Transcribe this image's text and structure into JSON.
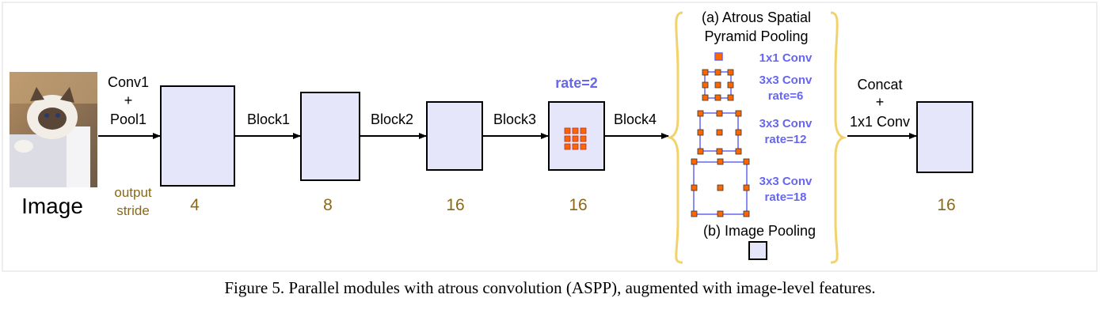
{
  "image_label": "Image",
  "output_stride_label": [
    "output",
    "stride"
  ],
  "conv1_label": [
    "Conv1",
    "+",
    "Pool1"
  ],
  "blocks": [
    {
      "label": "Block1",
      "stride": "4"
    },
    {
      "label": "Block2",
      "stride": "8"
    },
    {
      "label": "Block3",
      "stride": "16"
    },
    {
      "label": "Block4",
      "stride": "16"
    }
  ],
  "block4_rate": "rate=2",
  "aspp": {
    "title": [
      "(a) Atrous Spatial",
      "Pyramid Pooling"
    ],
    "branches": [
      {
        "label": [
          "1x1 Conv"
        ]
      },
      {
        "label": [
          "3x3 Conv",
          "rate=6"
        ]
      },
      {
        "label": [
          "3x3 Conv",
          "rate=12"
        ]
      },
      {
        "label": [
          "3x3 Conv",
          "rate=18"
        ]
      }
    ],
    "image_pooling": "(b) Image Pooling"
  },
  "concat_label": [
    "Concat",
    "+",
    "1x1 Conv"
  ],
  "final_stride": "16",
  "caption": "Figure 5. Parallel modules with atrous convolution (ASPP), augmented with image-level features.",
  "colors": {
    "box_fill": "#e6e6fa",
    "dot": "#ff6600",
    "rate_blue": "#6666ee",
    "stride_brown": "#8B6914",
    "brace": "#f2d26a"
  }
}
